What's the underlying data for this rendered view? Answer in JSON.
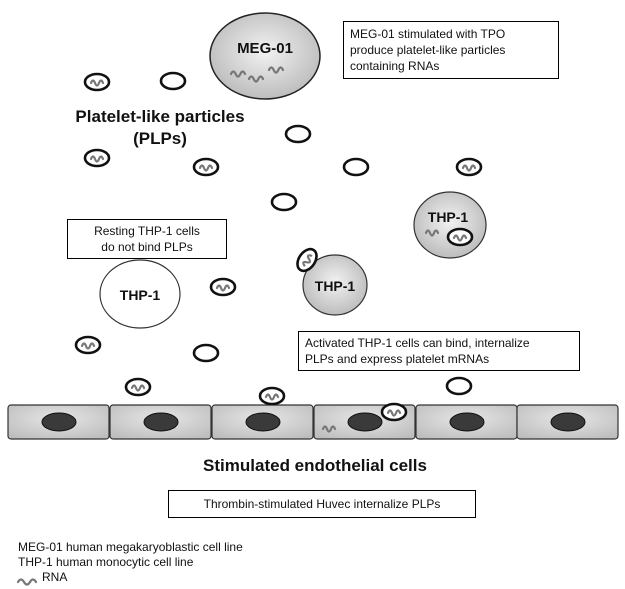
{
  "cells": {
    "meg01": "MEG-01",
    "thp1_resting": "THP-1",
    "thp1_activated": "THP-1",
    "thp1_with_plp": "THP-1"
  },
  "labels": {
    "plps_line1": "Platelet-like particles",
    "plps_line2": "(PLPs)",
    "endothelial": "Stimulated endothelial cells"
  },
  "boxes": {
    "meg01_line1": "MEG-01 stimulated with TPO",
    "meg01_line2": "produce platelet-like particles",
    "meg01_line3": "containing RNAs",
    "resting_line1": "Resting THP-1 cells",
    "resting_line2": "do not bind PLPs",
    "activated_line1": "Activated THP-1 cells can bind, internalize",
    "activated_line2": "PLPs and express platelet mRNAs",
    "huvec": "Thrombin-stimulated Huvec internalize PLPs"
  },
  "legend": {
    "line1": "MEG-01 human megakaryoblastic cell line",
    "line2": "THP-1 human monocytic cell line",
    "rna": "RNA"
  }
}
